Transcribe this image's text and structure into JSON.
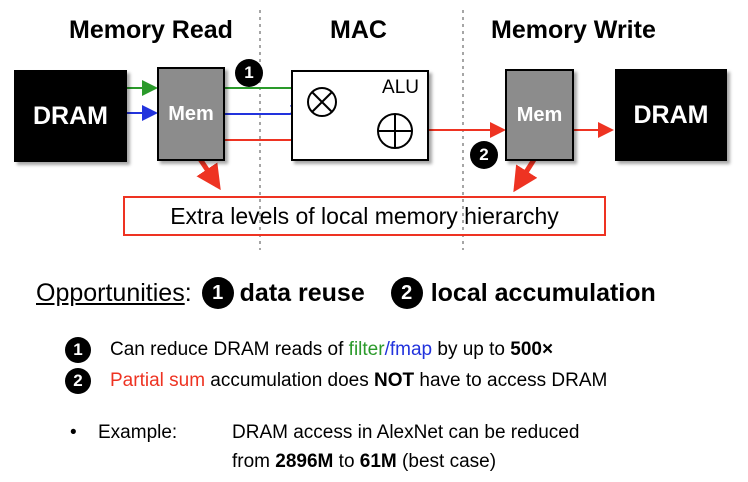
{
  "headers": {
    "read": "Memory Read",
    "mac": "MAC",
    "write": "Memory Write"
  },
  "boxes": {
    "dram_left": "DRAM",
    "mem_left": "Mem",
    "alu": "ALU",
    "mem_right": "Mem",
    "dram_right": "DRAM"
  },
  "badges": {
    "one": "1",
    "two": "2"
  },
  "callout": "Extra levels of local memory hierarchy",
  "opportunities": {
    "label": "Opportunities",
    "colon": ":",
    "reuse": "data reuse",
    "accum": "local accumulation"
  },
  "point1": {
    "pre": "Can reduce DRAM reads of ",
    "filter": "filter",
    "slash": "/",
    "fmap": "fmap",
    "mid": " by up to ",
    "value": "500×"
  },
  "point2": {
    "partial": "Partial sum",
    "mid": " accumulation does ",
    "not": "NOT",
    "post": " have to access DRAM"
  },
  "example": {
    "bullet": "•",
    "label": "Example:",
    "line1": "DRAM access in AlexNet can be reduced",
    "from": "from ",
    "v1": "2896M",
    "to": " to ",
    "v2": "61M",
    "tail": " (best case)"
  },
  "colors": {
    "green": "#2a9a2a",
    "blue": "#2233dd",
    "red": "#ee3322"
  }
}
